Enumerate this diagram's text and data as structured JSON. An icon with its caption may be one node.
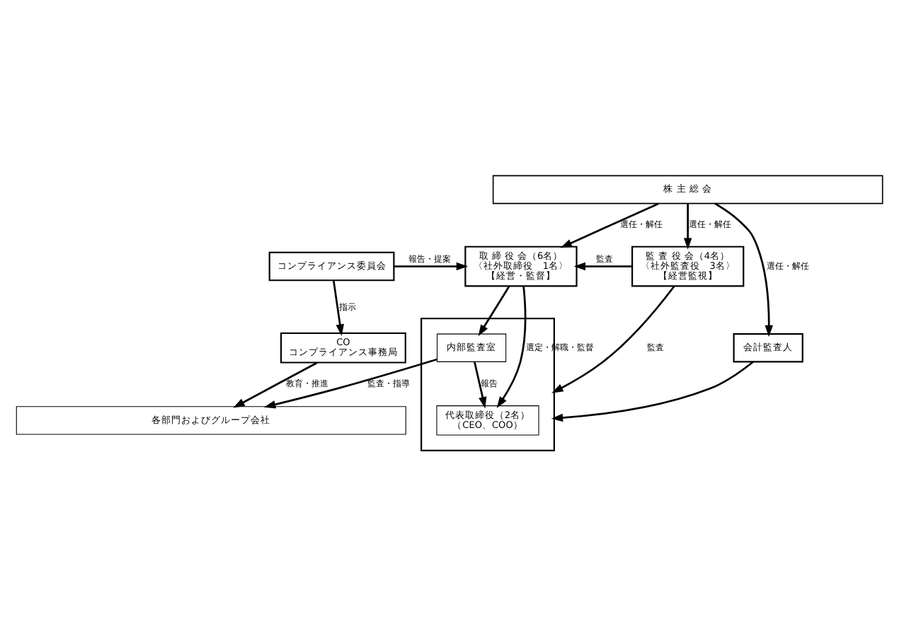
{
  "diagram": {
    "nodes": [
      {
        "text": [
          "株 主 総 会"
        ]
      },
      {
        "text": [
          "コンプライアンス委員会"
        ]
      },
      {
        "text": [
          "取 締 役 会（6名）",
          "〈社外取締役　1名〉",
          "【経営・監督】"
        ]
      },
      {
        "text": [
          "監 査 役 会（4名）",
          "〈社外監査役　3名〉",
          "【経営監視】"
        ]
      },
      {
        "text": [
          "CO",
          "コンプライアンス事務局"
        ]
      },
      {
        "text": [],
        "shape": "box"
      },
      {
        "text": [
          "代表取締役（2名）",
          "（CEO、COO）"
        ],
        "in": 5
      },
      {
        "text": [
          "内部監査室"
        ],
        "in": 5
      },
      {
        "text": [
          "会計監査人"
        ]
      },
      {
        "text": [
          "各部門およびグループ会社"
        ]
      }
    ],
    "edges": [
      {
        "from": 0,
        "to": 2,
        "arrow": "to",
        "label": "選任・解任"
      },
      {
        "from": 0,
        "to": 3,
        "arrow": "to",
        "label": "選任・解任"
      },
      {
        "from": 0,
        "to": 8,
        "arrow": "to",
        "label": "選任・解任"
      },
      {
        "from": 1,
        "to": 2,
        "arrow": "to",
        "label": "報告・提案"
      },
      {
        "from": 3,
        "to": 2,
        "arrow": "to",
        "label": "監査"
      },
      {
        "from": 1,
        "to": 4,
        "arrow": "to",
        "label": "指示"
      },
      {
        "from": 3,
        "to": 5,
        "arrow": "to",
        "label": "監査"
      },
      {
        "from": 2,
        "to": 6,
        "arrow": "to",
        "label": "選定・解職・監督"
      },
      {
        "from": 2,
        "to": 7,
        "arrow": "to"
      },
      {
        "from": 7,
        "to": 6,
        "arrow": "to",
        "label": "報告"
      },
      {
        "from": 8,
        "to": 5,
        "arrow": "to"
      },
      {
        "from": 7,
        "to": 9,
        "arrow": "to",
        "label": "監査・指導"
      },
      {
        "from": 4,
        "to": 9,
        "arrow": "to",
        "label": "教育・推進"
      }
    ]
  }
}
